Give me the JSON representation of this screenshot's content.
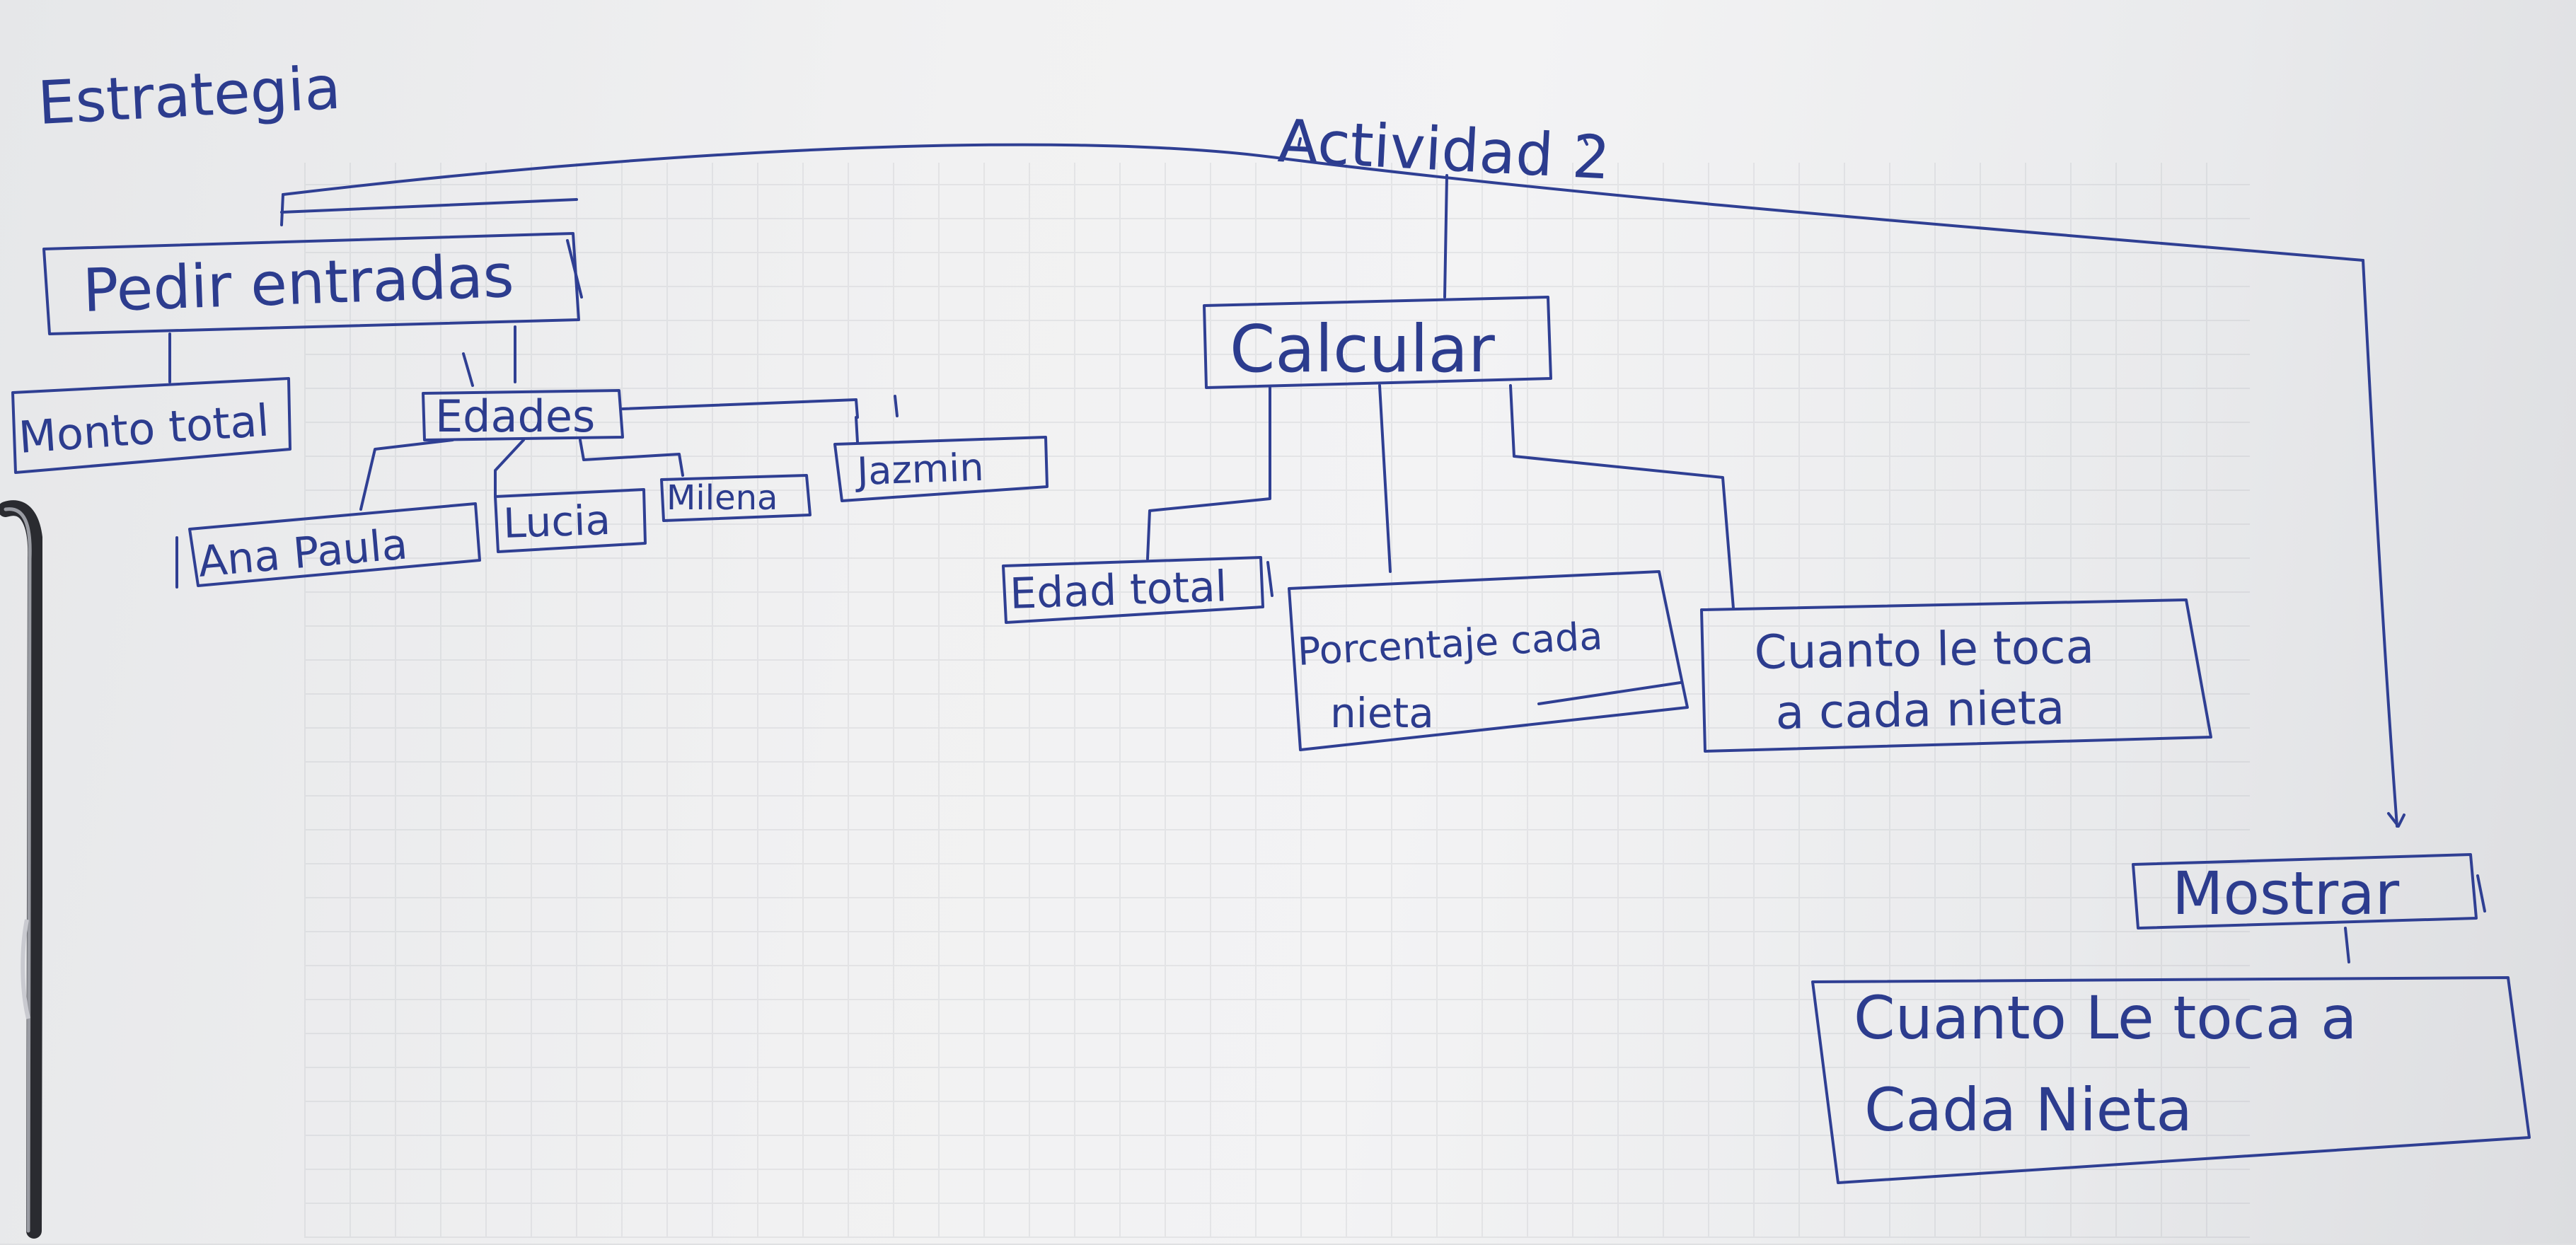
{
  "diagram": {
    "strategy_label": "Estrategia",
    "root": "Actividad 2",
    "nodes": {
      "pedir_entradas": "Pedir entradas",
      "monto_total": "Monto total",
      "edades": "Edades",
      "ana_paula": "Ana Paula",
      "lucia": "Lucia",
      "milena": "Milena",
      "jazmin": "Jazmin",
      "calcular": "Calcular",
      "edad_total": "Edad total",
      "porcentaje_line1": "Porcentaje cada",
      "porcentaje_line2": "nieta",
      "cuanto_line1": "Cuanto le toca",
      "cuanto_line2": "a cada nieta",
      "mostrar": "Mostrar",
      "resultado_line1": "Cuanto Le toca a",
      "resultado_line2": "Cada Nieta"
    },
    "edges": [
      [
        "Actividad 2",
        "Pedir entradas"
      ],
      [
        "Actividad 2",
        "Calcular"
      ],
      [
        "Actividad 2",
        "Mostrar"
      ],
      [
        "Pedir entradas",
        "Monto total"
      ],
      [
        "Pedir entradas",
        "Edades"
      ],
      [
        "Edades",
        "Ana Paula"
      ],
      [
        "Edades",
        "Lucia"
      ],
      [
        "Edades",
        "Milena"
      ],
      [
        "Edades",
        "Jazmin"
      ],
      [
        "Calcular",
        "Edad total"
      ],
      [
        "Calcular",
        "Porcentaje cada nieta"
      ],
      [
        "Calcular",
        "Cuanto le toca a cada nieta"
      ],
      [
        "Mostrar",
        "Cuanto Le toca a Cada Nieta"
      ]
    ],
    "ink_color": "#2c3c8e",
    "paper_color": "#f1f1f2"
  }
}
